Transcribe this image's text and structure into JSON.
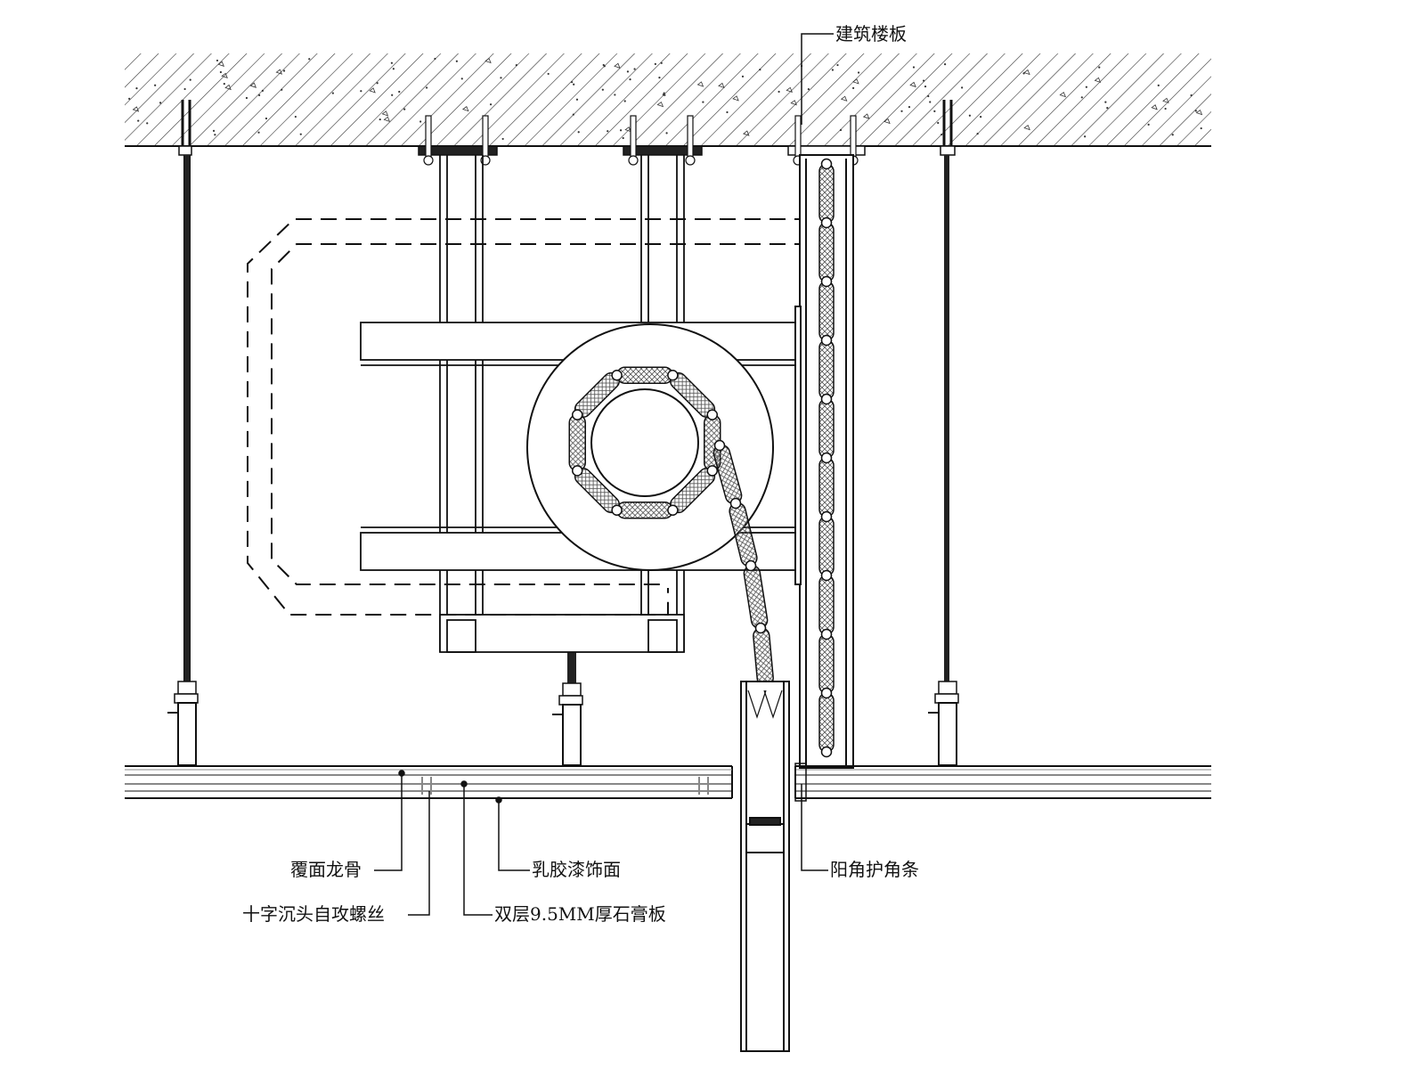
{
  "labels": {
    "slab": "建筑楼板",
    "runner": "覆面龙骨",
    "latex": "乳胶漆饰面",
    "screw": "十字沉头自攻螺丝",
    "gypsum": "双层9.5MM厚石膏板",
    "corner": "阳角护角条"
  },
  "colors": {
    "line": "#111111",
    "hatch": "#333333",
    "chain": "#555555"
  }
}
